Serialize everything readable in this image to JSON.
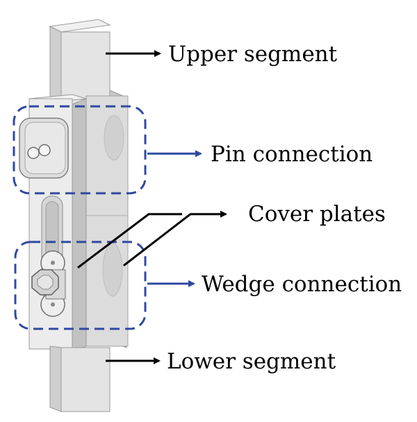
{
  "labels": {
    "upper_segment": "Upper segment",
    "pin_connection": "Pin connection",
    "cover_plates": "Cover plates",
    "wedge_connection": "Wedge connection",
    "lower_segment": "Lower segment"
  },
  "colors": {
    "outline_blue": "#2f49a0",
    "arrow_black": "#000000",
    "steel_light": "#e9e9e9",
    "steel_mid": "#d2d2d2",
    "steel_dark": "#b4b4b4"
  }
}
